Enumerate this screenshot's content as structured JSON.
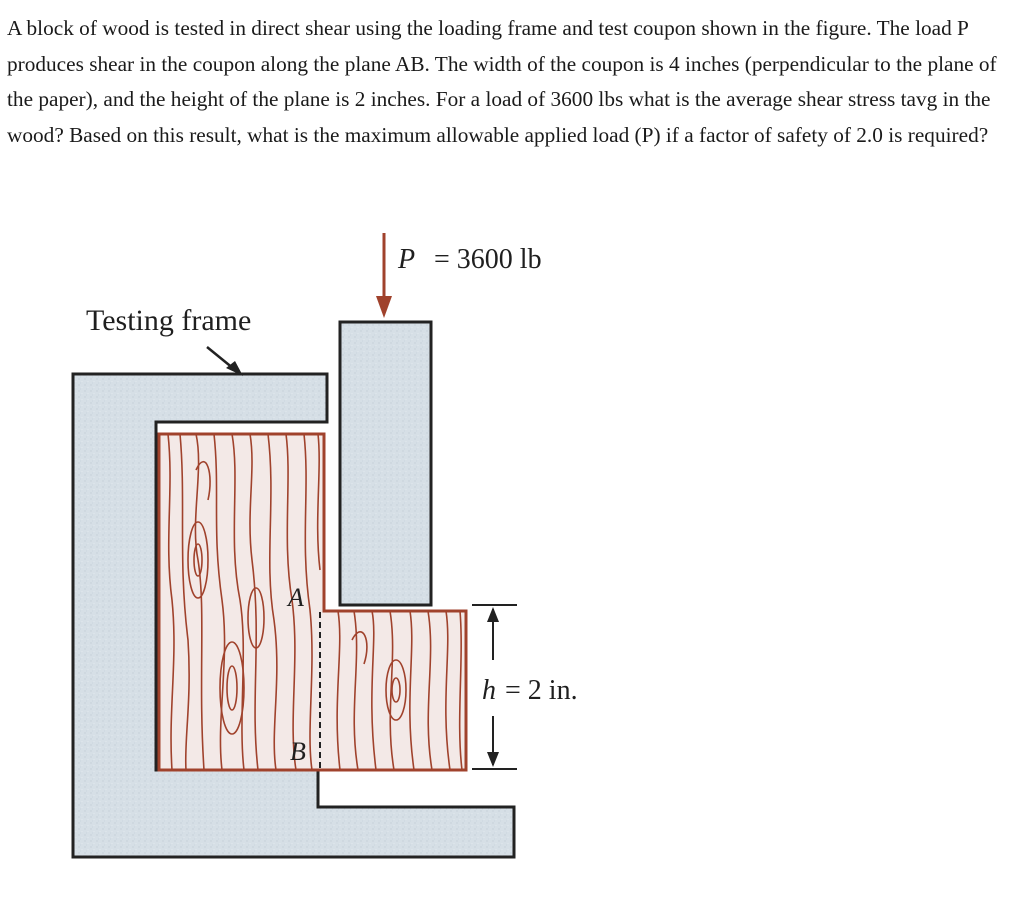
{
  "question": {
    "text": "A block of wood is tested in direct shear using the loading frame and test coupon shown in the figure.  The load P produces shear in the coupon along the plane AB. The width of the coupon is 4 inches (perpendicular to the plane of the paper), and the height of the plane is 2 inches.  For a load of 3600 lbs what is the average shear stress tavg in the wood? Based on this result, what is the maximum allowable applied load (P) if a factor of safety of 2.0 is required?"
  },
  "figure": {
    "frame_label": "Testing frame",
    "load_symbol": "P",
    "load_value": "= 3600 lb",
    "point_a": "A",
    "point_b": "B",
    "height_symbol": "h",
    "height_value": "= 2 in."
  },
  "colors": {
    "frame_fill": "#d6dfe6",
    "wood_fill": "#f3e9e7",
    "wood_grain": "#a0422c",
    "outline": "#222222",
    "load_arrow": "#a0422c"
  }
}
